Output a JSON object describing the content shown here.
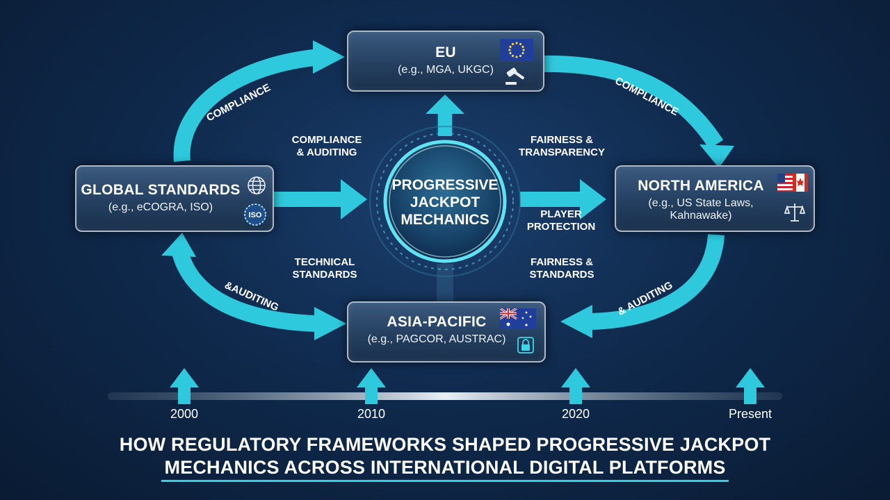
{
  "hub": {
    "lines": [
      "PROGRESSIVE",
      "JACKPOT",
      "MECHANICS"
    ]
  },
  "nodes": {
    "eu": {
      "title": "EU",
      "subtitle": "(e.g., MGA, UKGC)",
      "icons": [
        "eu-flag-icon",
        "gavel-icon"
      ]
    },
    "global": {
      "title": "GLOBAL STANDARDS",
      "subtitle": "(e.g., eCOGRA, ISO)",
      "icons": [
        "globe-icon",
        "iso-badge-icon"
      ],
      "badge_text": "ISO"
    },
    "north_america": {
      "title": "NORTH AMERICA",
      "subtitle_lines": [
        "(e.g., US State Laws,",
        "Kahnawake)"
      ],
      "icons": [
        "us-flag-icon",
        "canada-flag-icon",
        "scales-icon"
      ]
    },
    "asia_pacific": {
      "title": "ASIA-PACIFIC",
      "subtitle": "(e.g., PAGCOR, AUSTRAC)",
      "icons": [
        "australia-flag-icon",
        "lock-icon"
      ]
    }
  },
  "arrow_labels": {
    "compliance_left": "COMPLIANCE",
    "compliance_right": "COMPLIANCE",
    "compliance_auditing": [
      "COMPLIANCE",
      "& AUDITING"
    ],
    "fairness_transparency": [
      "FAIRNESS &",
      "TRANSPARENCY"
    ],
    "player_protection": [
      "PLAYER",
      "PROTECTION"
    ],
    "technical_standards": [
      "TECHNICAL",
      "STANDARDS"
    ],
    "fairness_standards": [
      "FAIRNESS &",
      "STANDARDS"
    ],
    "auditing_left": "&AUDITING",
    "auditing_right": "& AUDITING"
  },
  "timeline": [
    "2000",
    "2010",
    "2020",
    "Present"
  ],
  "headline": [
    "HOW REGULATORY FRAMEWORKS SHAPED PROGRESSIVE JACKPOT",
    "MECHANICS ACROSS INTERNATIONAL DIGITAL PLATFORMS"
  ],
  "colors": {
    "arrow": "#2ec9dd",
    "arrow_dark": "#1593a8",
    "node_border": "#aeb9c6",
    "background": "#0f2a4d"
  }
}
